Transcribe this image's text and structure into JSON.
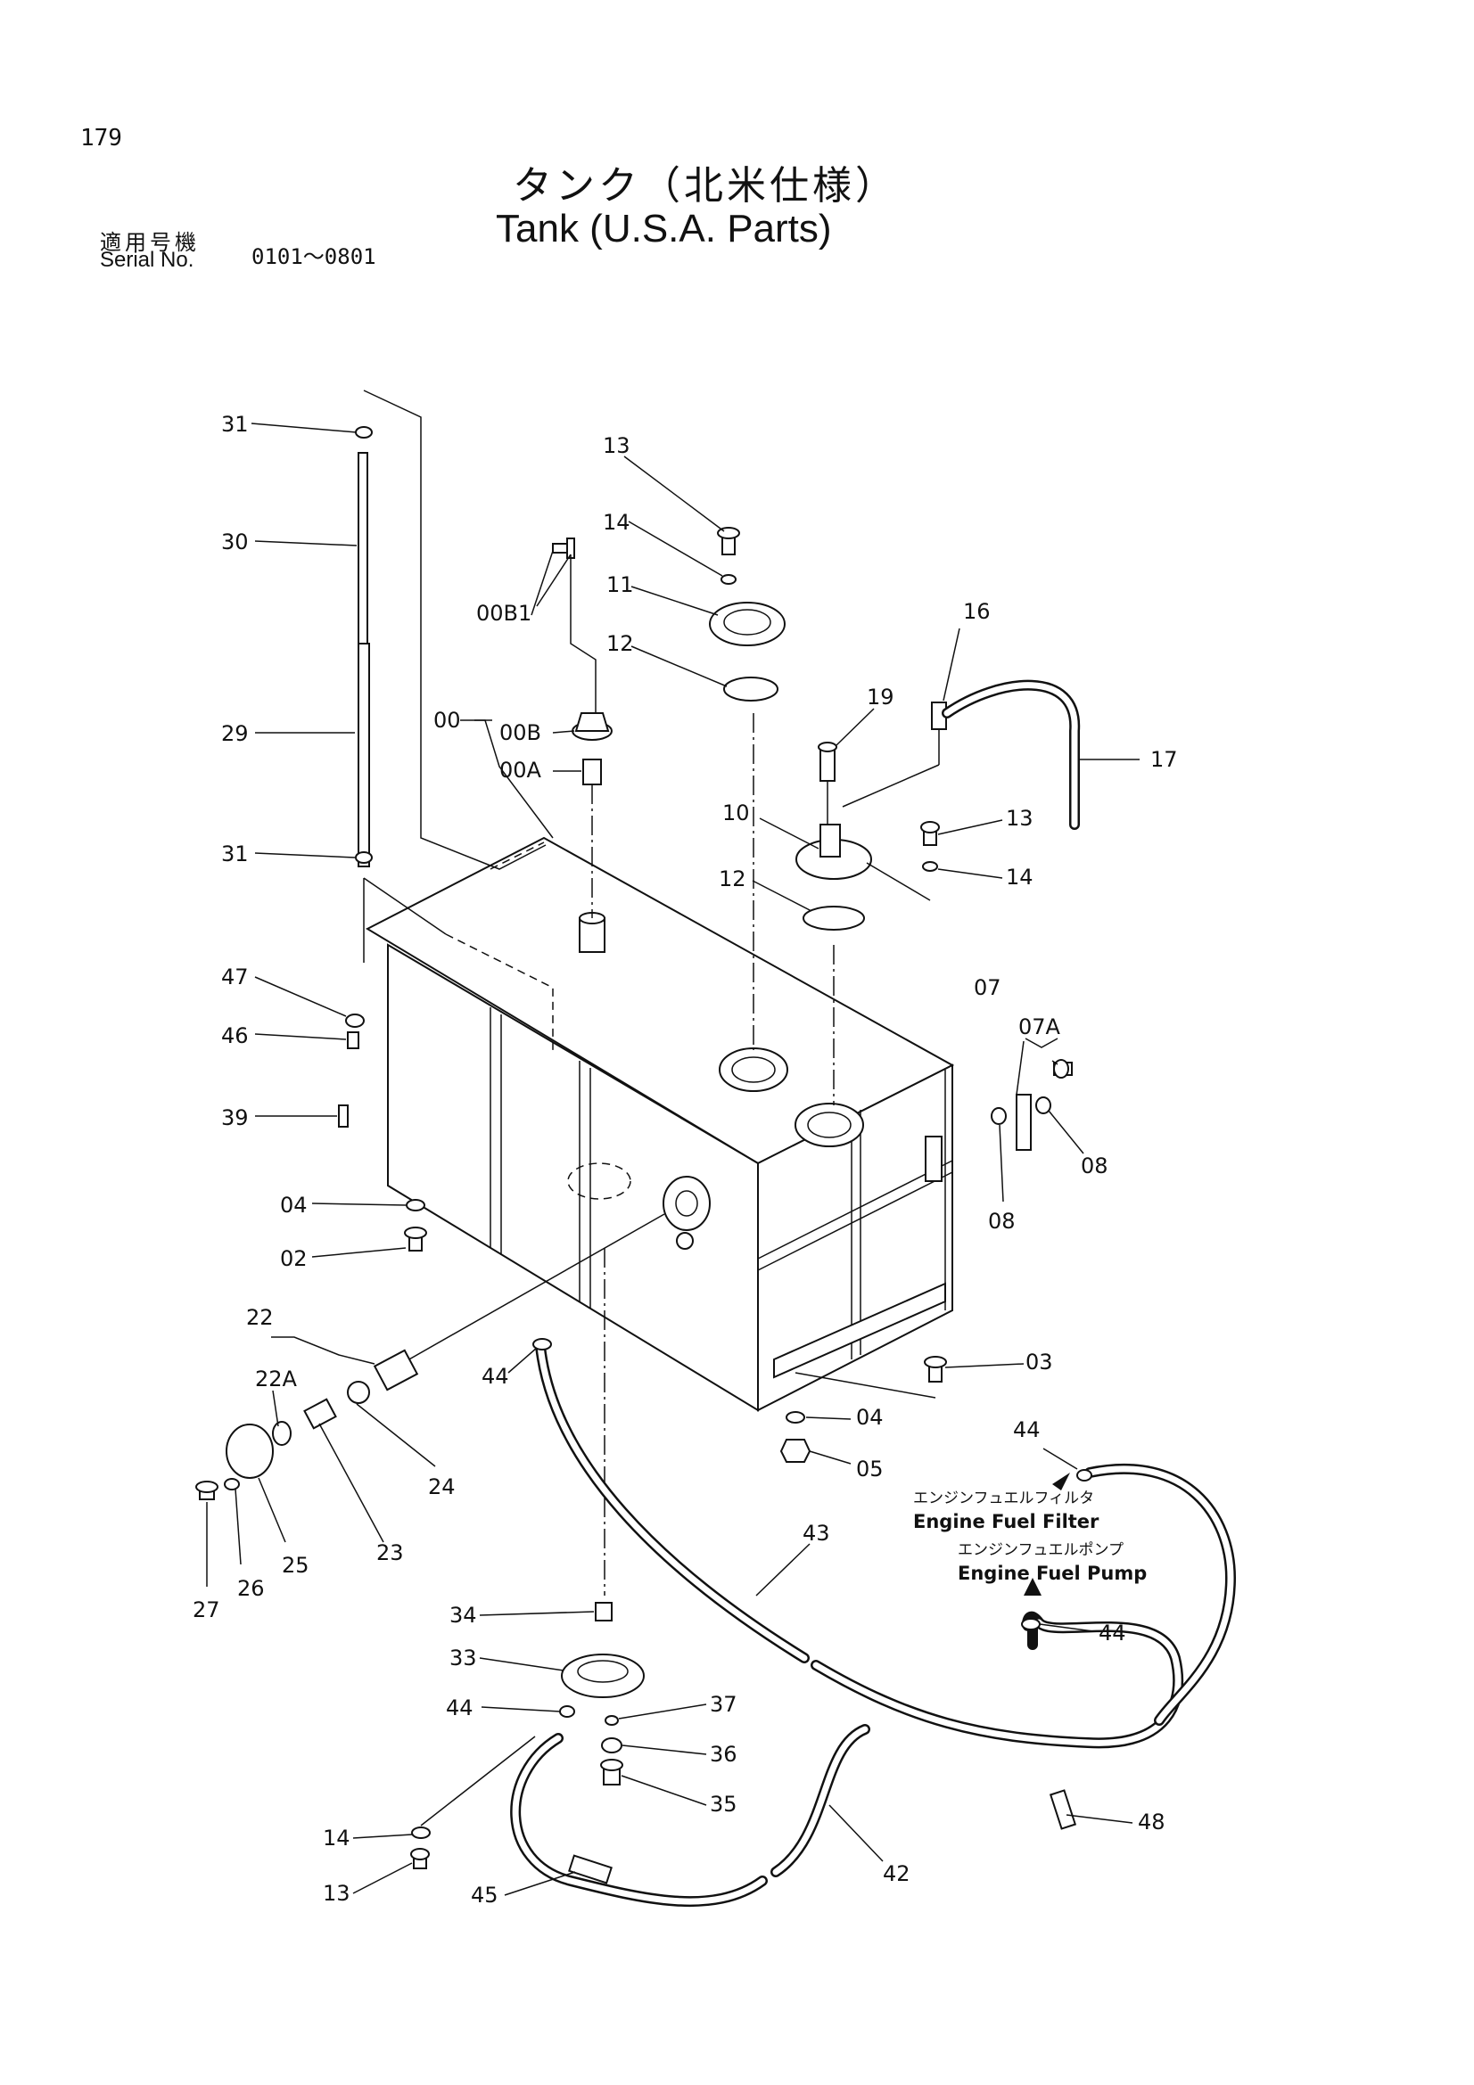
{
  "header": {
    "page_number": "179",
    "title_jp": "タンク（北米仕様）",
    "title_en": "Tank (U.S.A. Parts)",
    "serial_label_jp": "適用号機",
    "serial_label_en": "Serial No.",
    "serial_range": "0101～0801"
  },
  "destinations": {
    "fuel_filter_jp": "エンジンフュエルフィルタ",
    "fuel_filter_en": "Engine Fuel Filter",
    "fuel_pump_jp": "エンジンフュエルポンプ",
    "fuel_pump_en": "Engine Fuel Pump"
  },
  "callouts": [
    "31",
    "30",
    "29",
    "31",
    "47",
    "46",
    "39",
    "04",
    "02",
    "22",
    "22A",
    "23",
    "24",
    "25",
    "26",
    "27",
    "13",
    "14",
    "11",
    "12",
    "00B1",
    "00",
    "00B",
    "00A",
    "19",
    "16",
    "17",
    "10",
    "13",
    "14",
    "12",
    "07",
    "07A",
    "08",
    "08",
    "03",
    "04",
    "05",
    "44",
    "43",
    "44",
    "44",
    "34",
    "33",
    "44",
    "37",
    "36",
    "35",
    "14",
    "13",
    "45",
    "42",
    "48"
  ]
}
